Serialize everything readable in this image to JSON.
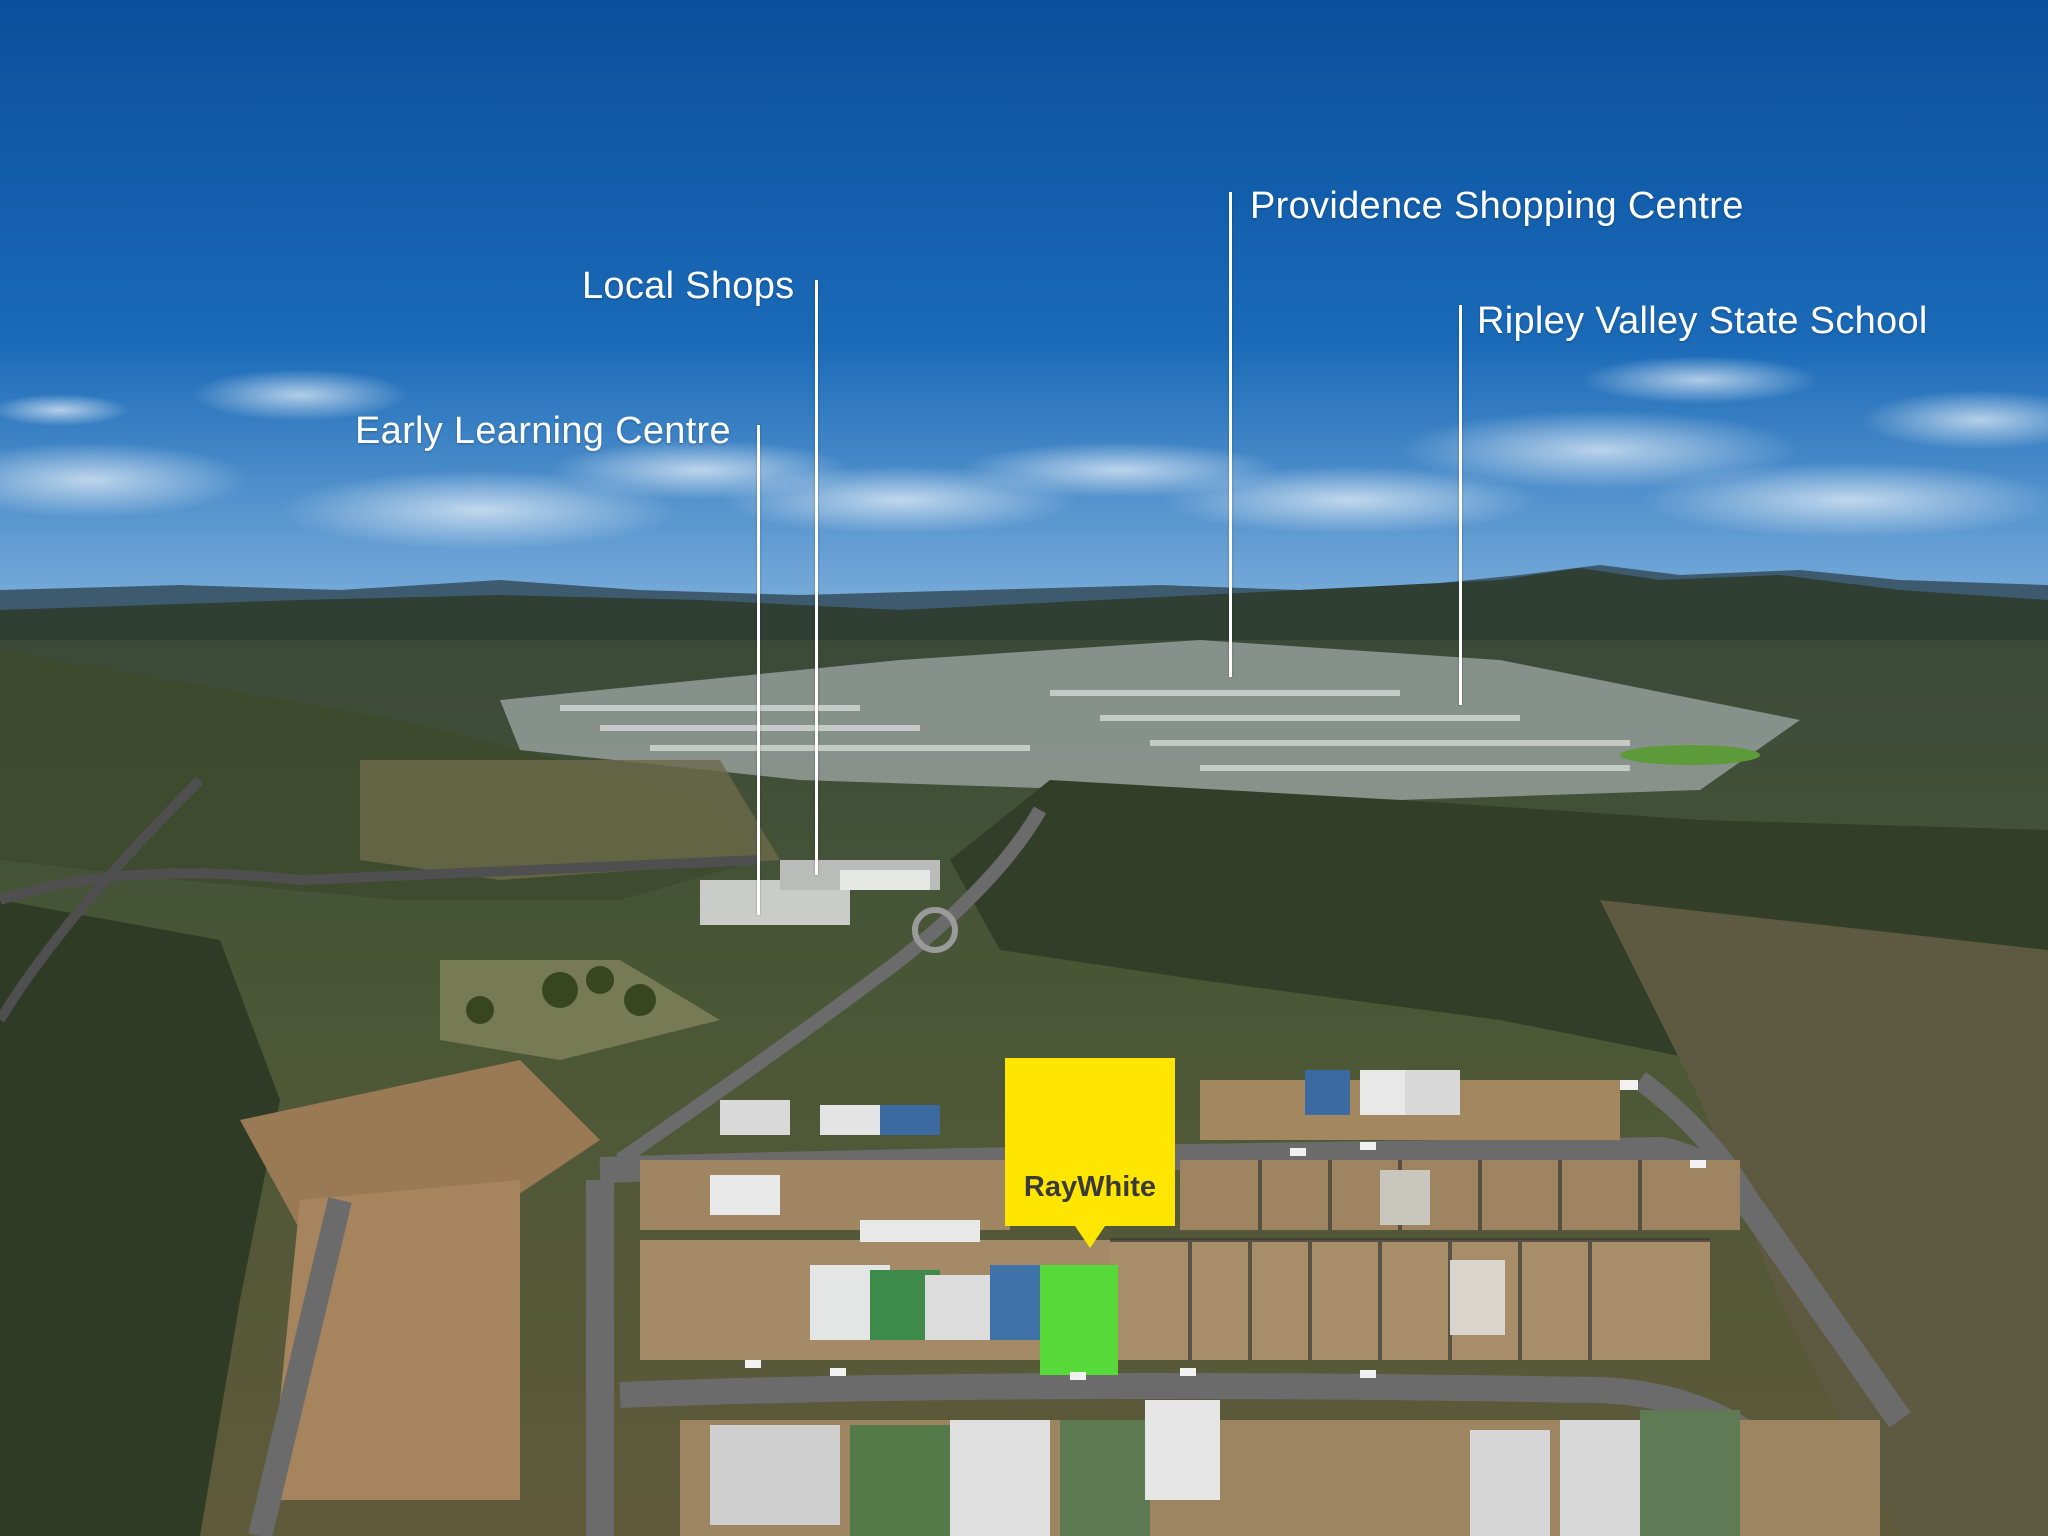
{
  "annotations": [
    {
      "id": "early-learning-centre",
      "text": "Early Learning Centre"
    },
    {
      "id": "local-shops",
      "text": "Local Shops"
    },
    {
      "id": "providence-shopping-centre",
      "text": "Providence Shopping Centre"
    },
    {
      "id": "ripley-valley-state-school",
      "text": "Ripley Valley State School"
    }
  ],
  "brand": {
    "logo_text": "RayWhite",
    "logo_bg_color": "#ffe600",
    "logo_text_color": "#3a3a3a"
  },
  "colors": {
    "sky_top": "#0a4f9c",
    "sky_horizon": "#6fa6d6",
    "label_text": "#ffffff",
    "green_lot": "#58d93a"
  }
}
